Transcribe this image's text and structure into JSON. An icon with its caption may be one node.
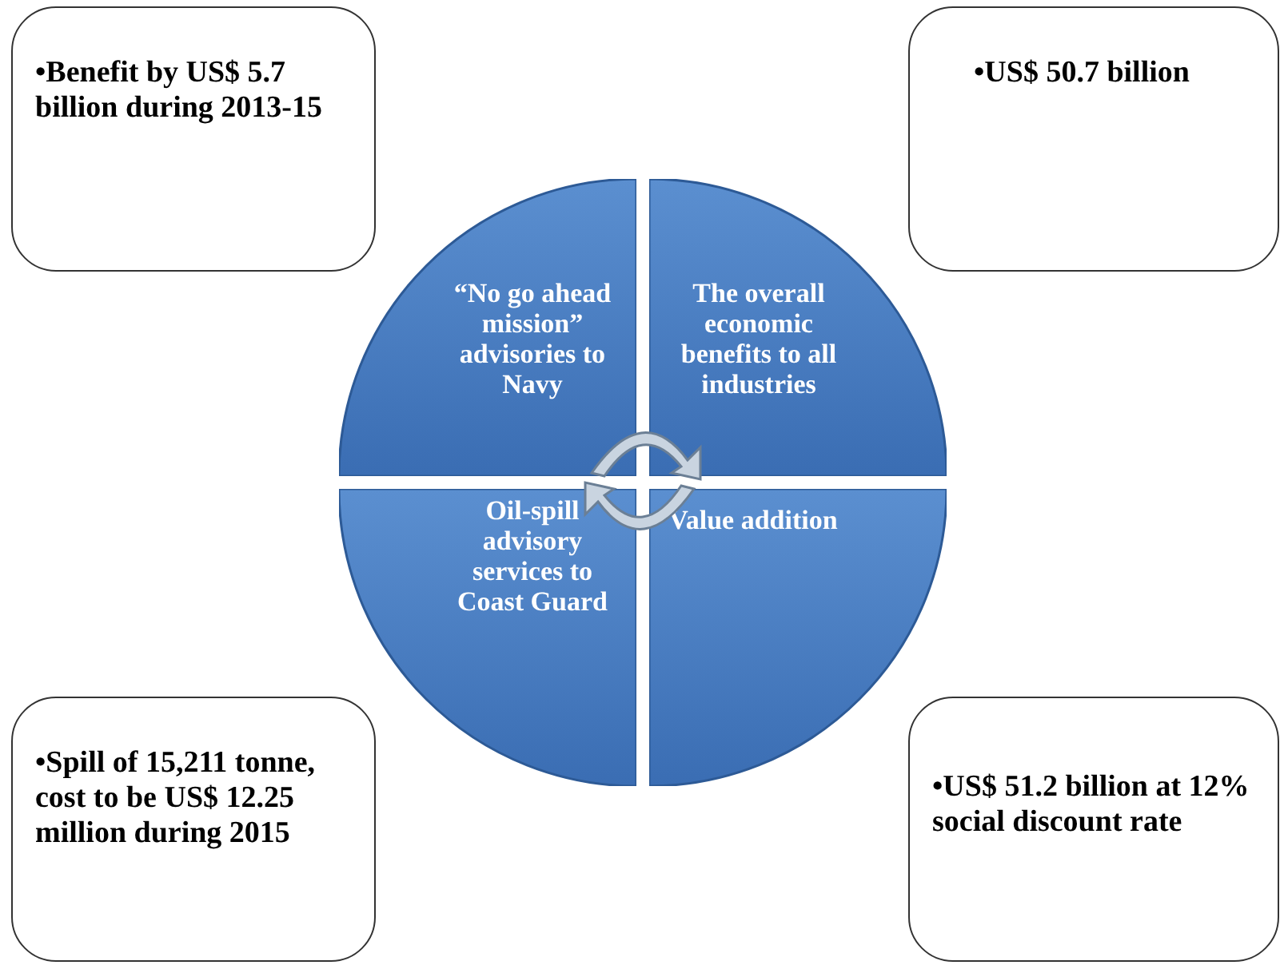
{
  "diagram": {
    "nodes": [
      {
        "text": [
          "•Benefit by US$ 5.7 billion during 2013-15"
        ]
      },
      {
        "text": [
          "•US$ 50.7 billion"
        ]
      },
      {
        "text": [
          "“No go ahead mission” advisories to Navy"
        ]
      },
      {
        "text": [
          "The overall economic benefits to all industries"
        ]
      },
      {
        "text": [
          "Oil-spill advisory services to Coast Guard"
        ]
      },
      {
        "text": [
          "Value addition"
        ]
      },
      {
        "text": [
          "•Spill of 15,211 tonne, cost to be US$ 12.25 million during 2015"
        ]
      },
      {
        "text": [
          "•US$ 51.2 billion at 12% social discount rate"
        ]
      }
    ]
  }
}
